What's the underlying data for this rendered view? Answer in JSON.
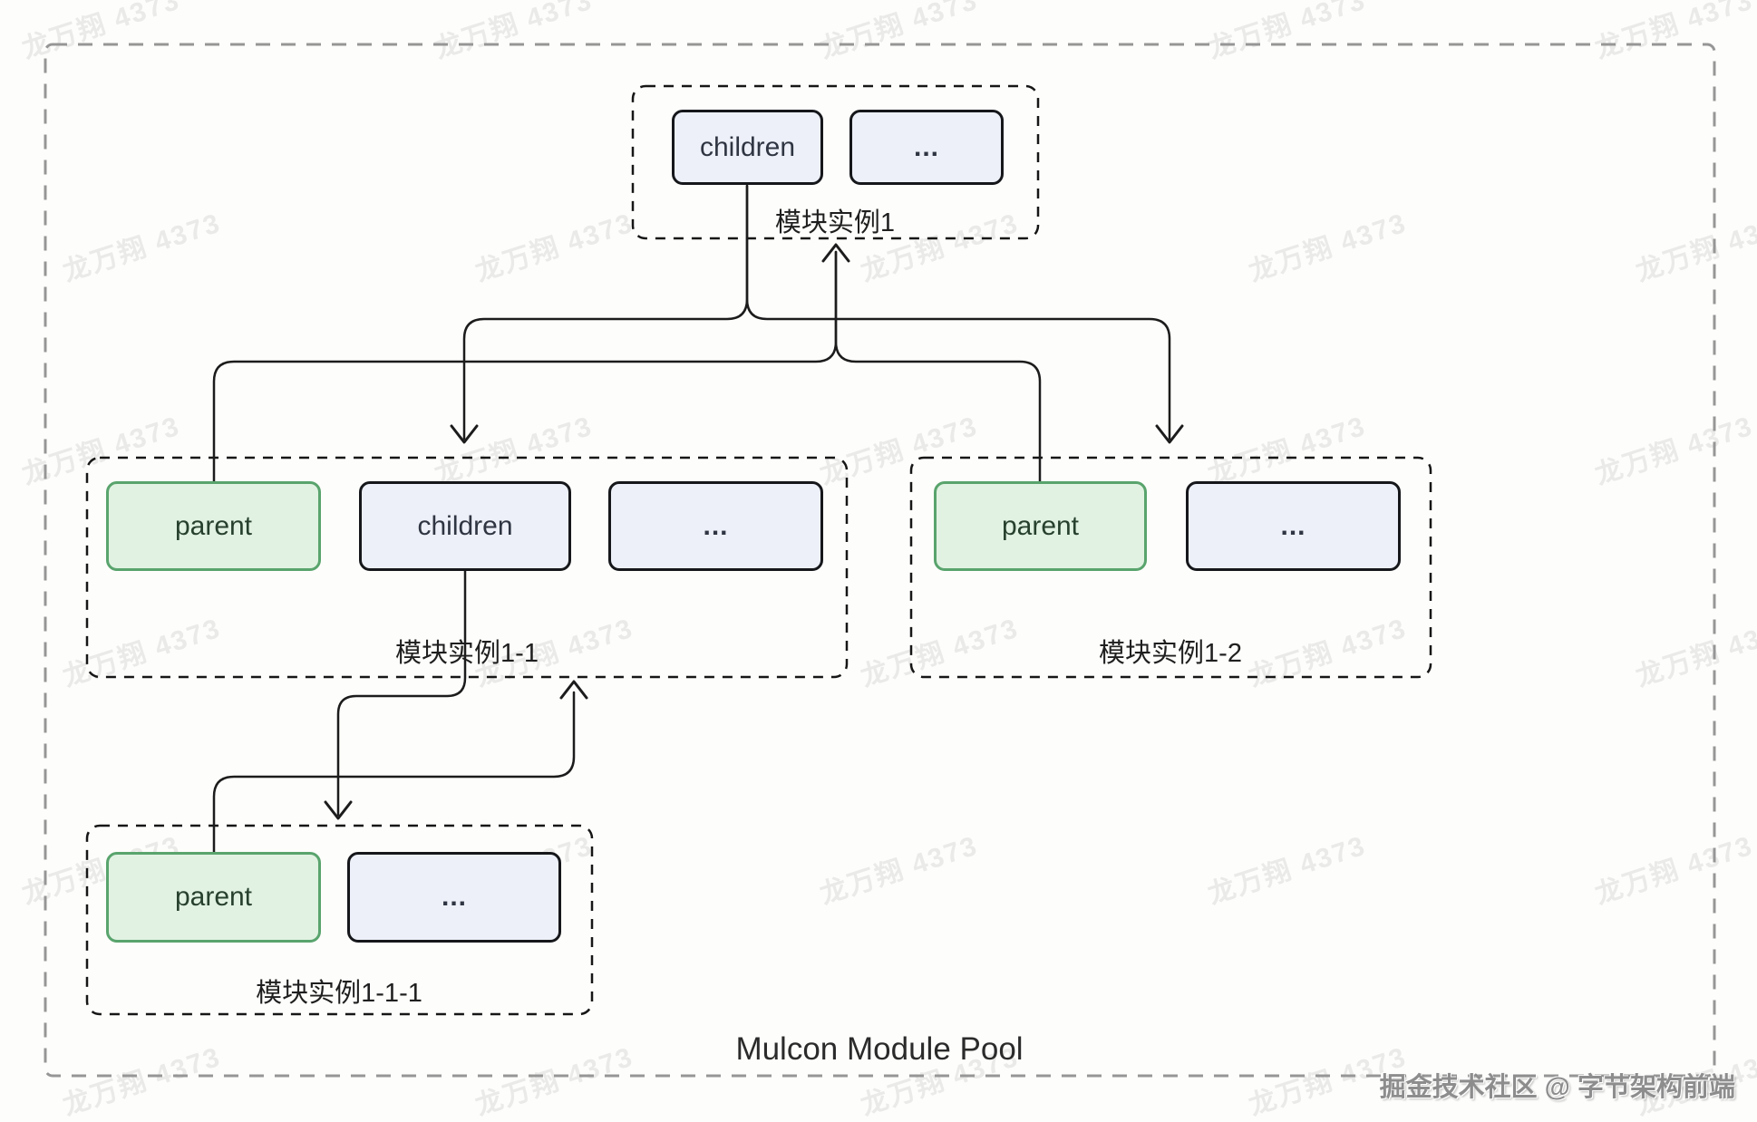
{
  "diagram": {
    "pool_label": "Mulcon Module Pool",
    "groups": [
      {
        "label": "模块实例1",
        "boxes": [
          {
            "kind": "children",
            "label": "children"
          },
          {
            "kind": "more",
            "label": "..."
          }
        ]
      },
      {
        "label": "模块实例1-1",
        "boxes": [
          {
            "kind": "parent",
            "label": "parent"
          },
          {
            "kind": "children",
            "label": "children"
          },
          {
            "kind": "more",
            "label": "..."
          }
        ]
      },
      {
        "label": "模块实例1-2",
        "boxes": [
          {
            "kind": "parent",
            "label": "parent"
          },
          {
            "kind": "more",
            "label": "..."
          }
        ]
      },
      {
        "label": "模块实例1-1-1",
        "boxes": [
          {
            "kind": "parent",
            "label": "parent"
          },
          {
            "kind": "more",
            "label": "..."
          }
        ]
      }
    ],
    "colors": {
      "parent_fill": "#e1f2e2",
      "parent_border": "#59a46d",
      "node_fill": "#edf0f8",
      "node_border": "#15171b",
      "connector": "#1c1c1c",
      "group_dash": "#161616",
      "outer_dash": "#969696"
    }
  },
  "watermarks": {
    "tile_text": "龙万翔 4373",
    "credit_text": "掘金技术社区 @ 字节架构前端"
  }
}
